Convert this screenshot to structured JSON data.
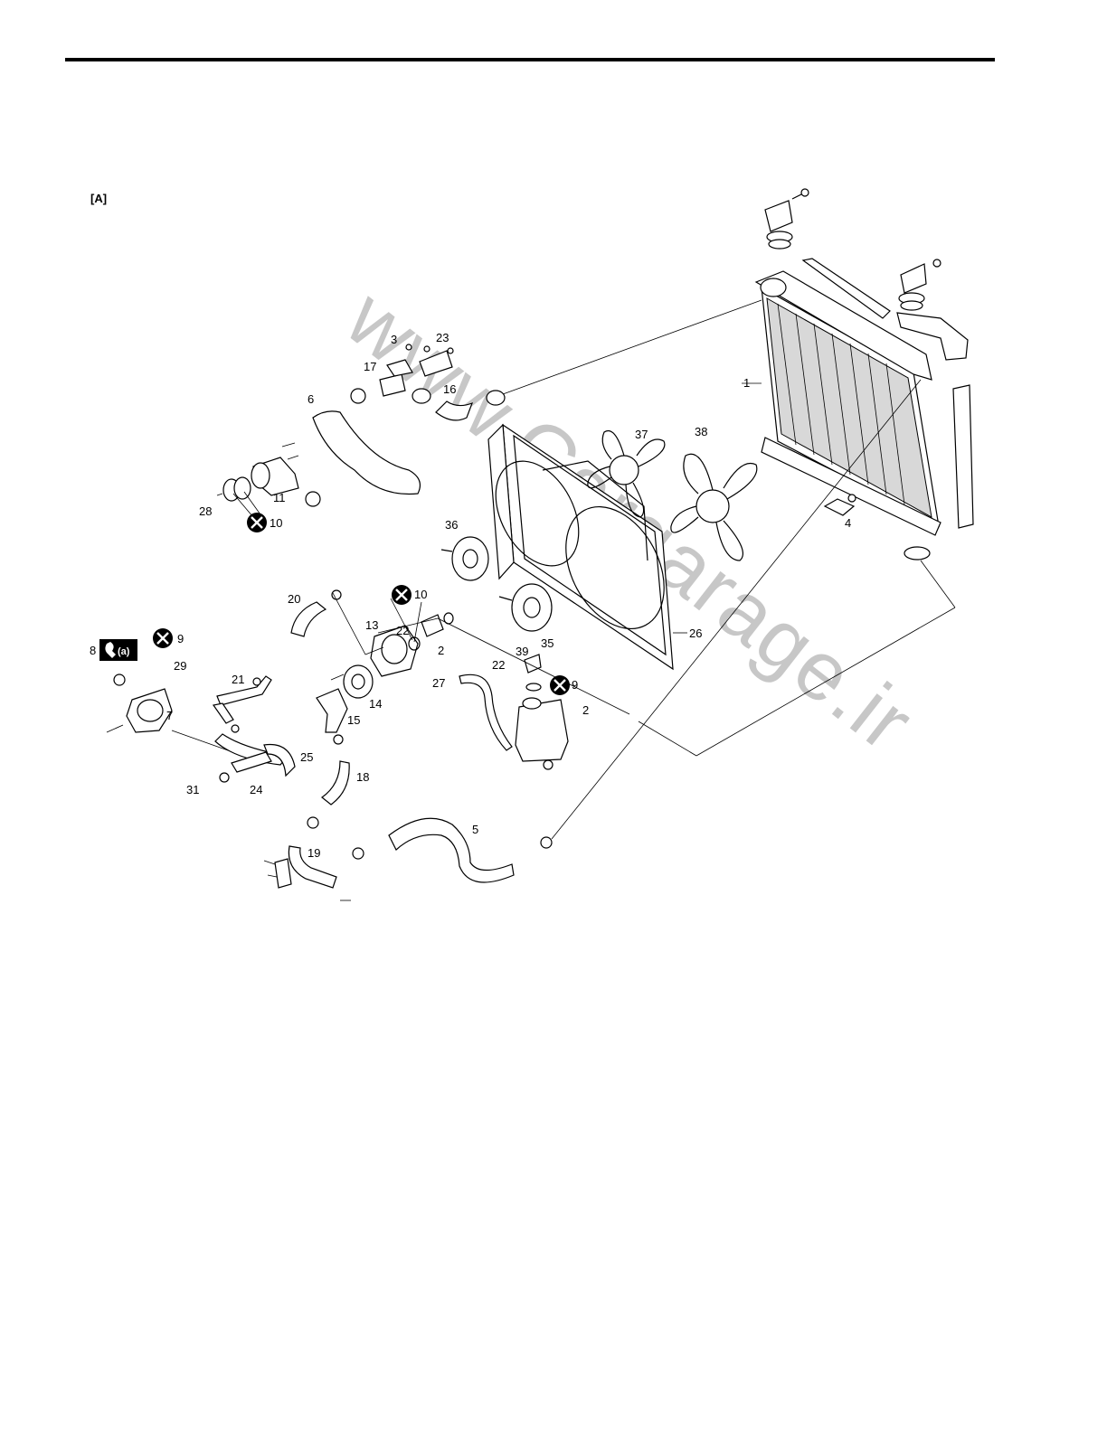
{
  "section_label": "[A]",
  "watermark": "www.Cargarage.ir",
  "callouts": [
    {
      "id": "1",
      "label": "1"
    },
    {
      "id": "2a",
      "label": "2"
    },
    {
      "id": "2b",
      "label": "2"
    },
    {
      "id": "3",
      "label": "3"
    },
    {
      "id": "4",
      "label": "4"
    },
    {
      "id": "5",
      "label": "5"
    },
    {
      "id": "6",
      "label": "6"
    },
    {
      "id": "7",
      "label": "7"
    },
    {
      "id": "8",
      "label": "8"
    },
    {
      "id": "9a",
      "label": "9"
    },
    {
      "id": "9b",
      "label": "9"
    },
    {
      "id": "10a",
      "label": "10"
    },
    {
      "id": "10b",
      "label": "10"
    },
    {
      "id": "11",
      "label": "11"
    },
    {
      "id": "13",
      "label": "13"
    },
    {
      "id": "14",
      "label": "14"
    },
    {
      "id": "15",
      "label": "15"
    },
    {
      "id": "16",
      "label": "16"
    },
    {
      "id": "17",
      "label": "17"
    },
    {
      "id": "18",
      "label": "18"
    },
    {
      "id": "19",
      "label": "19"
    },
    {
      "id": "20",
      "label": "20"
    },
    {
      "id": "21",
      "label": "21"
    },
    {
      "id": "22a",
      "label": "22"
    },
    {
      "id": "22b",
      "label": "22"
    },
    {
      "id": "23",
      "label": "23"
    },
    {
      "id": "24",
      "label": "24"
    },
    {
      "id": "25",
      "label": "25"
    },
    {
      "id": "26",
      "label": "26"
    },
    {
      "id": "27",
      "label": "27"
    },
    {
      "id": "28",
      "label": "28"
    },
    {
      "id": "29",
      "label": "29"
    },
    {
      "id": "31",
      "label": "31"
    },
    {
      "id": "35",
      "label": "35"
    },
    {
      "id": "36",
      "label": "36"
    },
    {
      "id": "37",
      "label": "37"
    },
    {
      "id": "38",
      "label": "38"
    },
    {
      "id": "39",
      "label": "39"
    }
  ],
  "torque_badge": {
    "label": "(a)",
    "icon": "wrench-icon"
  },
  "replace_icon": "x-circle-icon"
}
